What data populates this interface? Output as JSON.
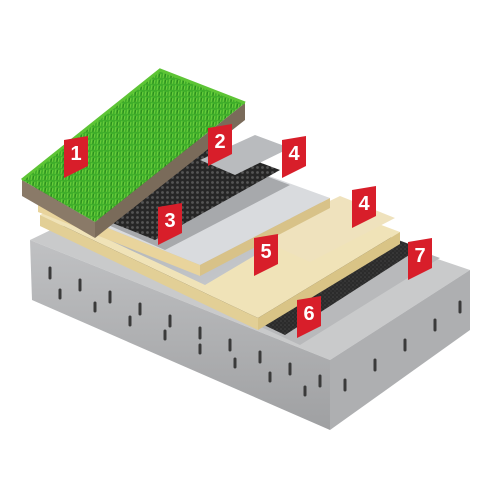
{
  "diagram": {
    "colors": {
      "background": "#ffffff",
      "tag_red": "#d81e2a",
      "concrete": "#c9cacb",
      "concrete_dark": "#8d8e90",
      "bitumen": "#2b2b2b",
      "insulation_foil": "#c4c6c9",
      "insulation_core": "#f0e3b8",
      "membrane_grey": "#a7a9ac",
      "drainage_black": "#1f1f1f",
      "grass": "#3fae2a",
      "soil": "#8a7a68"
    },
    "tags": [
      {
        "label": "1"
      },
      {
        "label": "2"
      },
      {
        "label": "3"
      },
      {
        "label": "4"
      },
      {
        "label": "4"
      },
      {
        "label": "5"
      },
      {
        "label": "6"
      },
      {
        "label": "7"
      }
    ]
  }
}
